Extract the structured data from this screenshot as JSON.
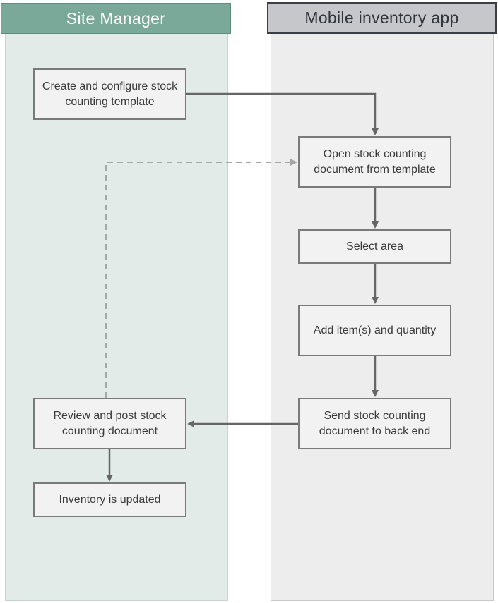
{
  "lanes": {
    "left": {
      "title": "Site Manager",
      "color": "#7aa99a",
      "body_color": "#e2ebe8"
    },
    "right": {
      "title": "Mobile inventory app",
      "color": "#c6c7cb",
      "body_color": "#ededee"
    }
  },
  "steps": {
    "create": "Create and configure stock counting template",
    "open": "Open stock counting document from template",
    "select_area": "Select area",
    "add_items": "Add item(s) and quantity",
    "send": "Send stock counting document to back end",
    "review": "Review and post stock counting document",
    "inventory": "Inventory is updated"
  },
  "colors": {
    "arrow": "#666666",
    "dashed_arrow": "#a6a6a6",
    "box_fill": "#f2f2f2",
    "box_border": "#7a7a7a"
  }
}
